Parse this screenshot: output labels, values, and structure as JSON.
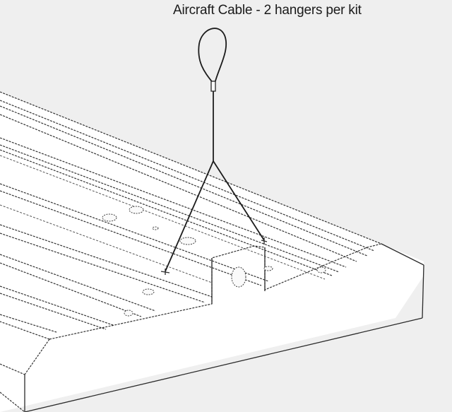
{
  "diagram": {
    "caption": "Aircraft Cable - 2 hangers per kit",
    "subject": "LED linear high bay fixture with aircraft cable hanger",
    "components": [
      {
        "name": "cable-loop",
        "label": "Aircraft cable loop"
      },
      {
        "name": "ferrule",
        "label": "Crimp ferrule"
      },
      {
        "name": "y-split-cable",
        "label": "Y-split cable legs"
      },
      {
        "name": "hook-attachments",
        "label": "Hook attachment points"
      },
      {
        "name": "fixture-body",
        "label": "Fixture housing"
      },
      {
        "name": "center-bracket",
        "label": "Center bracket with hole"
      }
    ],
    "colors": {
      "background": "#efefef",
      "fixture": "#ffffff",
      "line": "#2a2a2a"
    }
  }
}
